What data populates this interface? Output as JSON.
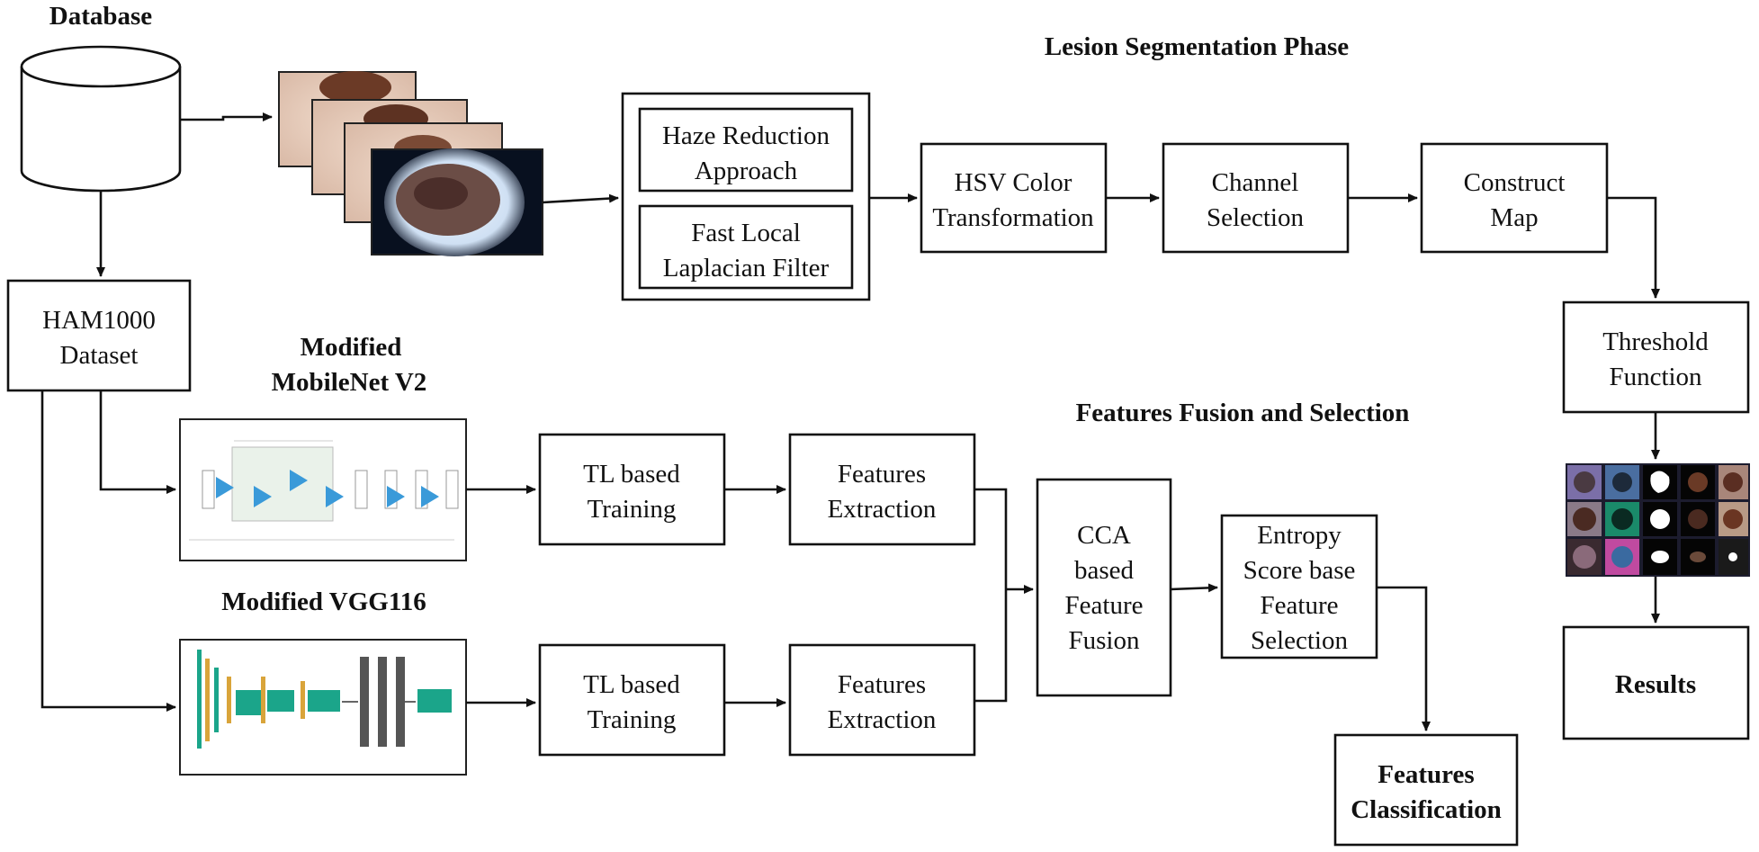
{
  "headers": {
    "database": "Database",
    "lesion_segmentation": "Lesion Segmentation Phase",
    "features_fusion": "Features Fusion and Selection",
    "mobilenet": [
      "Modified",
      "MobileNet V2"
    ],
    "vgg": "Modified VGG116"
  },
  "boxes": {
    "haze": [
      "Haze Reduction",
      "Approach"
    ],
    "laplacian": [
      "Fast Local",
      "Laplacian Filter"
    ],
    "hsv": [
      "HSV Color",
      "Transformation"
    ],
    "channel": [
      "Channel",
      "Selection"
    ],
    "construct": [
      "Construct",
      "Map"
    ],
    "threshold": [
      "Threshold",
      "Function"
    ],
    "results": "Results",
    "ham": [
      "HAM1000",
      "Dataset"
    ],
    "tl1": [
      "TL based",
      "Training"
    ],
    "fe1": [
      "Features",
      "Extraction"
    ],
    "tl2": [
      "TL based",
      "Training"
    ],
    "fe2": [
      "Features",
      "Extraction"
    ],
    "cca": [
      "CCA",
      "based",
      "Feature",
      "Fusion"
    ],
    "entropy": [
      "Entropy",
      "Score base",
      "Feature",
      "Selection"
    ],
    "classification": [
      "Features",
      "Classification"
    ]
  },
  "colors": {
    "line": "#111111",
    "mobilenet_arrow": "#3a9ad9",
    "vgg_teal": "#1ba58a",
    "vgg_orange": "#d9a43a",
    "vgg_gray": "#555555"
  }
}
